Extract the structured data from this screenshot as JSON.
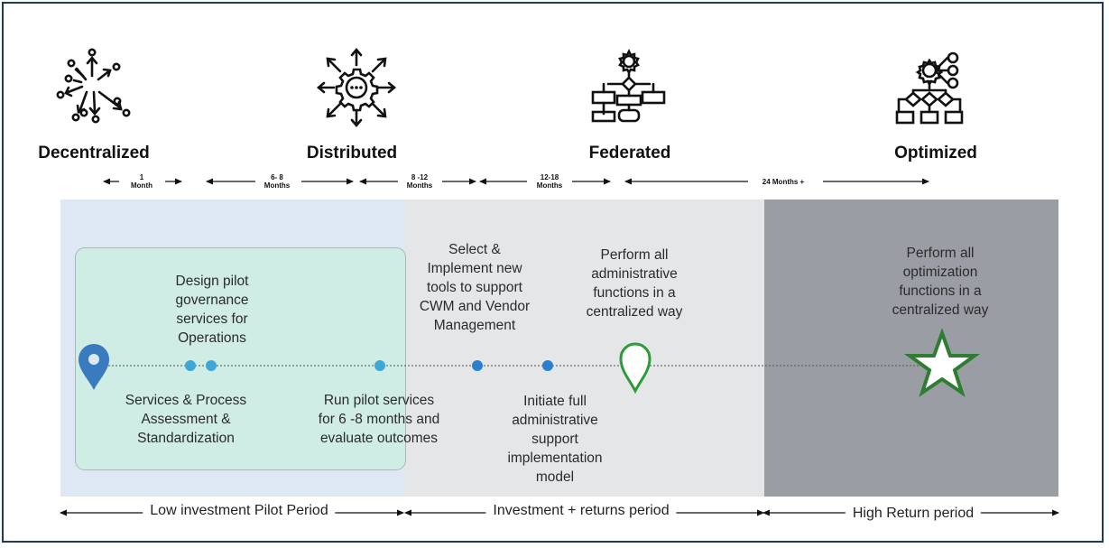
{
  "stages": [
    {
      "label": "Decentralized",
      "icon": "scatter-arrows-icon"
    },
    {
      "label": "Distributed",
      "icon": "gear-arrows-icon"
    },
    {
      "label": "Federated",
      "icon": "gear-flowchart-icon"
    },
    {
      "label": "Optimized",
      "icon": "optimized-flowchart-icon"
    }
  ],
  "durations": [
    {
      "line1": "1",
      "line2": "Month"
    },
    {
      "line1": "6- 8",
      "line2": "Months"
    },
    {
      "line1": "8 -12",
      "line2": "Months"
    },
    {
      "line1": "12-18",
      "line2": "Months"
    },
    {
      "line1": "24 Months +",
      "line2": ""
    }
  ],
  "milestones": {
    "design_pilot": "Design pilot governance services for Operations",
    "services_process": "Services & Process Assessment & Standardization",
    "run_pilot": "Run pilot services for 6 -8 months and evaluate outcomes",
    "select_implement": "Select & Implement new tools to support CWM and Vendor Management",
    "initiate_full": "Initiate full administrative support implementation model",
    "perform_admin": "Perform all administrative functions in a centralized way",
    "perform_optimization": "Perform all optimization functions in a centralized way"
  },
  "periods": [
    "Low investment Pilot Period",
    "Investment + returns period",
    "High Return period"
  ],
  "colors": {
    "panel_blue": "#dde8f4",
    "panel_grey": "#e4e6e8",
    "panel_dark": "#9a9ea4",
    "pilot_box": "#d3ebe5",
    "dot": "#3fa7d6",
    "dot_dark": "#2a7fcf",
    "start_pin": "#3a7bbf",
    "green_marker": "#2e9a3a"
  }
}
